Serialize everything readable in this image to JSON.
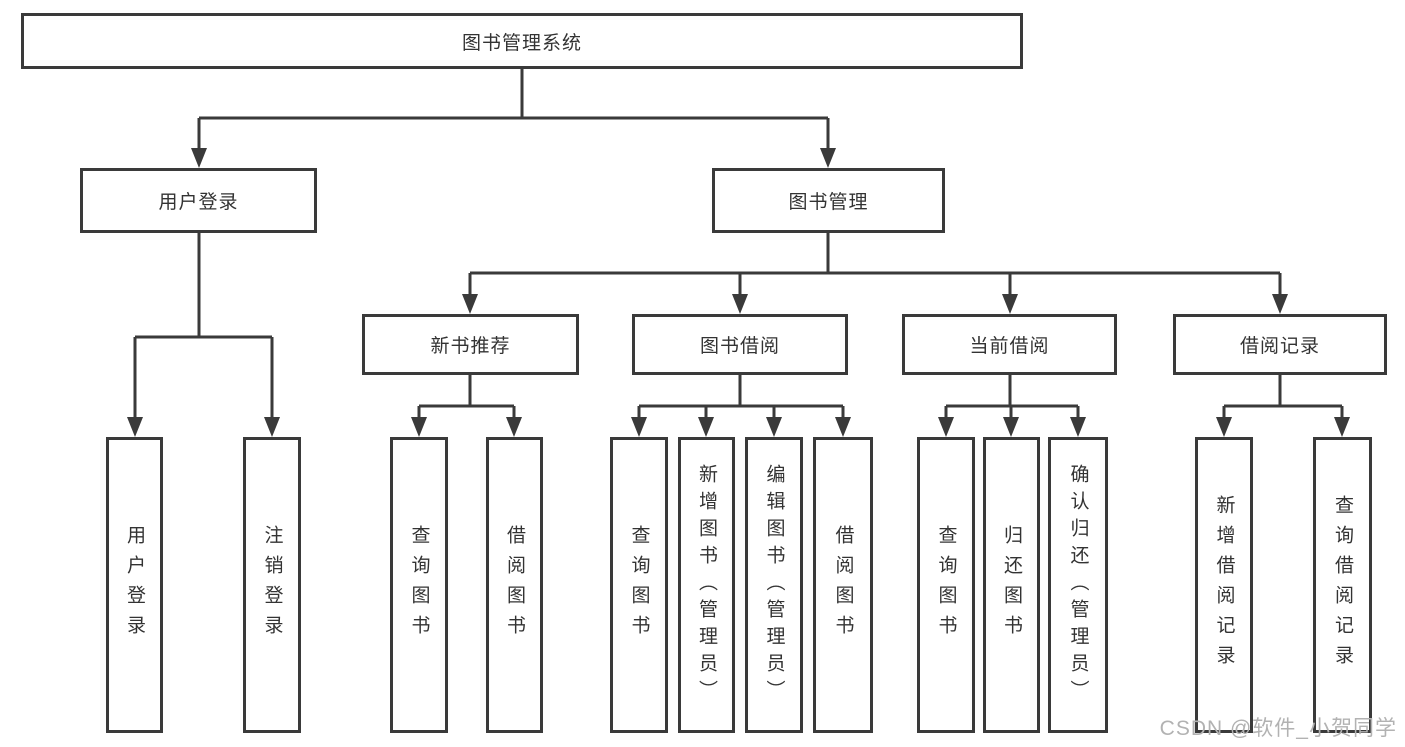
{
  "diagram": {
    "title": "图书管理系统",
    "nodes": {
      "root": "图书管理系统",
      "user_login": "用户登录",
      "book_management": "图书管理",
      "new_book_recommend": "新书推荐",
      "book_borrow": "图书借阅",
      "current_borrow": "当前借阅",
      "borrow_record": "借阅记录",
      "leaf_user_login": "用户登录",
      "leaf_logout": "注销登录",
      "leaf_query_book_1": "查询图书",
      "leaf_borrow_book_1": "借阅图书",
      "leaf_query_book_2": "查询图书",
      "leaf_add_book": "新增图书（管理员）",
      "leaf_edit_book": "编辑图书（管理员）",
      "leaf_borrow_book_2": "借阅图书",
      "leaf_query_book_3": "查询图书",
      "leaf_return_book": "归还图书",
      "leaf_confirm_return": "确认归还（管理员）",
      "leaf_add_record": "新增借阅记录",
      "leaf_query_record": "查询借阅记录"
    },
    "colors": {
      "line": "#3a3a3a",
      "text": "#333333",
      "background": "#ffffff",
      "watermark": "#b2b2b2"
    }
  },
  "watermark": "CSDN @软件_小贺同学"
}
